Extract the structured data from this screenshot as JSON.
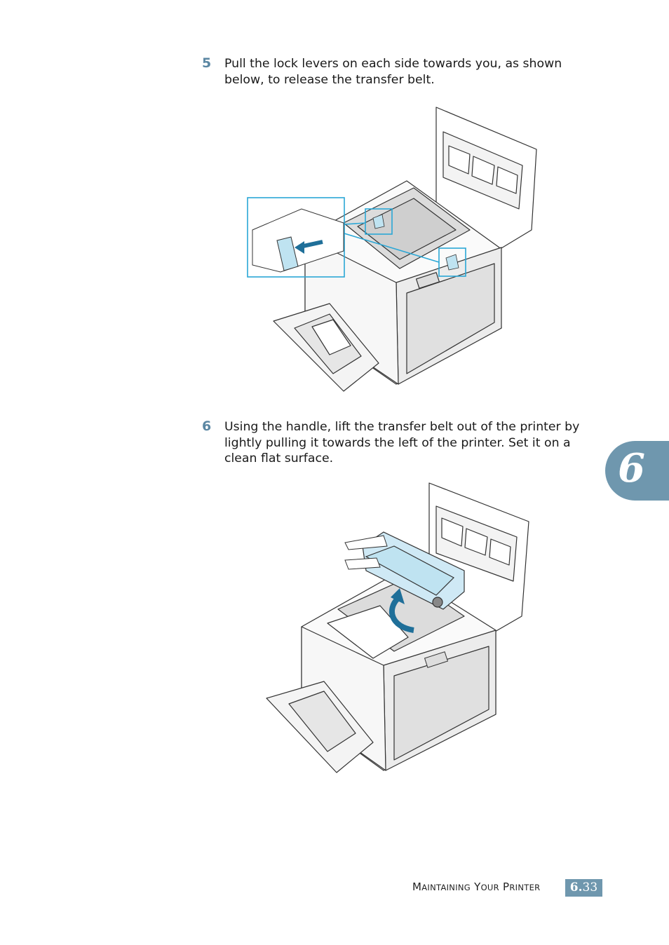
{
  "steps": [
    {
      "number": "5",
      "text": "Pull the lock levers on each side towards you, as shown below, to release the transfer belt."
    },
    {
      "number": "6",
      "text": "Using the handle, lift the transfer belt out of the printer by lightly pulling it towards the left of the printer. Set it on a clean flat surface."
    }
  ],
  "chapter": {
    "number": "6"
  },
  "footer": {
    "title_parts": [
      "M",
      "AINTAINING",
      "Y",
      "OUR",
      "P",
      "RINTER"
    ],
    "chapter": "6.",
    "page": "33"
  },
  "colors": {
    "accent": "#6f97ae",
    "highlight": "#2aa7d6",
    "arrow": "#1f6f99"
  }
}
